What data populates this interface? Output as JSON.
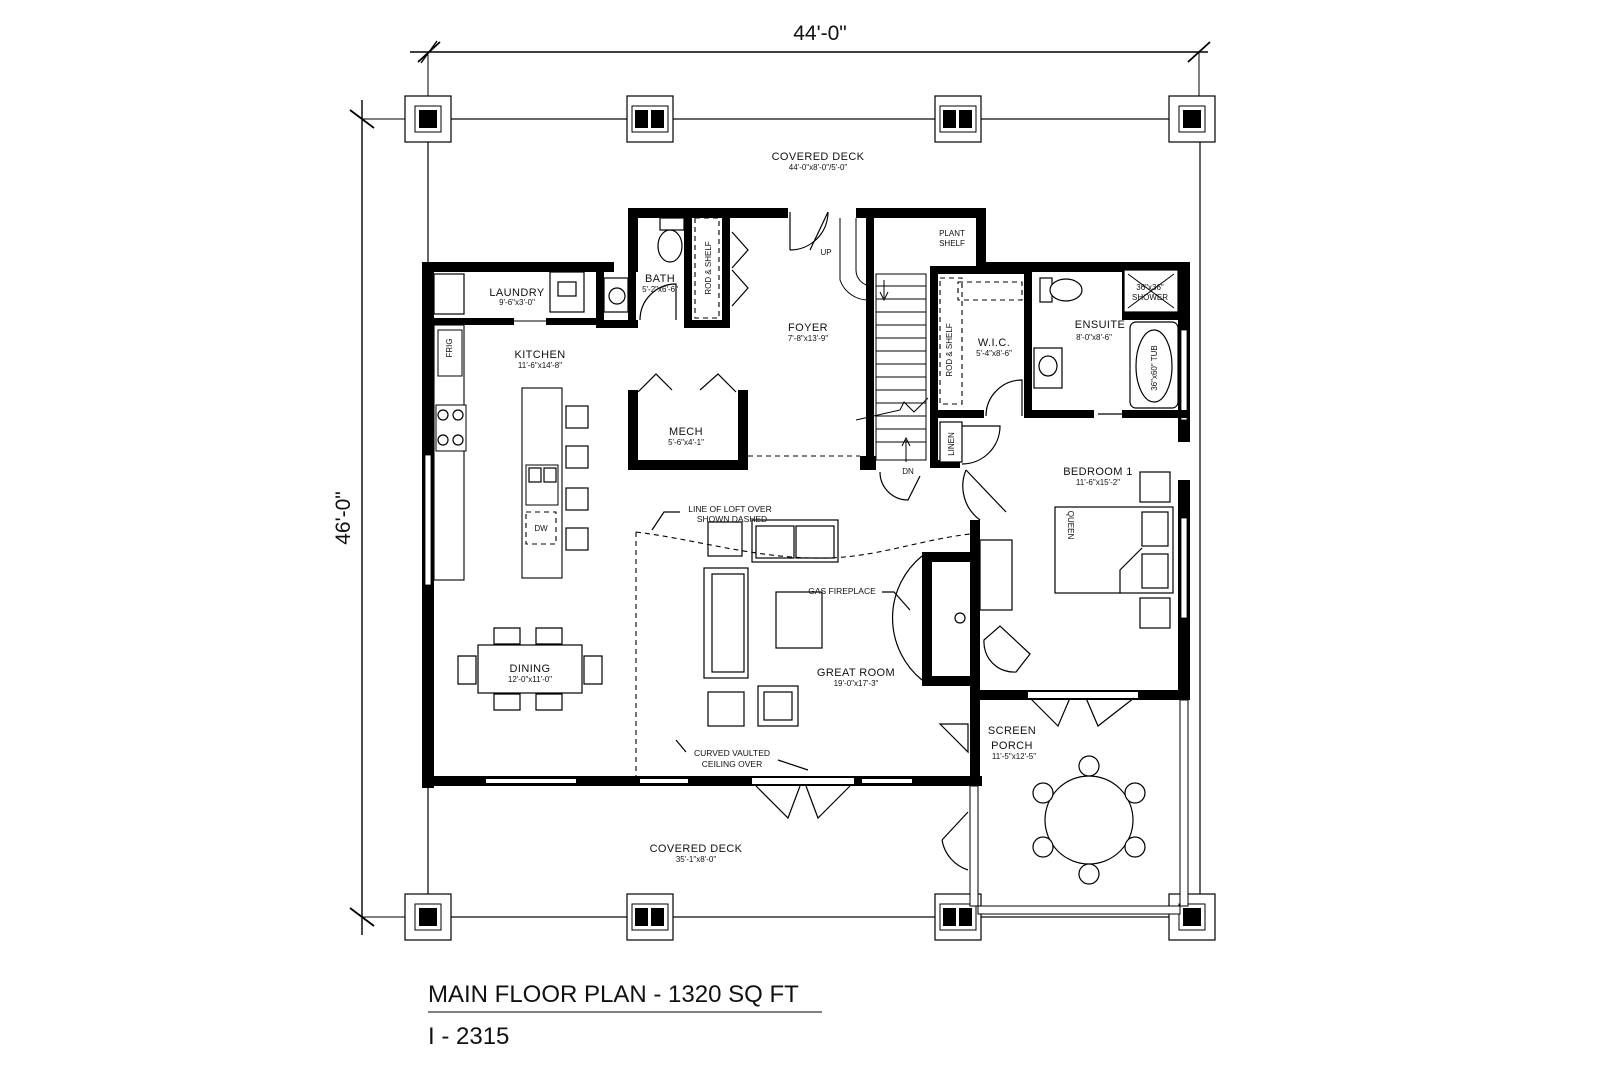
{
  "overall": {
    "width_dim": "44'-0\"",
    "depth_dim": "46'-0\""
  },
  "title": {
    "main": "MAIN FLOOR PLAN - 1320 SQ FT",
    "code": "I - 2315"
  },
  "rooms": {
    "covered_deck_top": {
      "name": "COVERED DECK",
      "dim": "44'-0\"x8'-0\"/5'-0\""
    },
    "laundry": {
      "name": "LAUNDRY",
      "dim": "9'-6\"x3'-0\""
    },
    "bath": {
      "name": "BATH",
      "dim": "5'-2\"x6'-6\""
    },
    "foyer": {
      "name": "FOYER",
      "dim": "7'-8\"x13'-9\""
    },
    "kitchen": {
      "name": "KITCHEN",
      "dim": "11'-6\"x14'-8\""
    },
    "mech": {
      "name": "MECH",
      "dim": "5'-6\"x4'-1\""
    },
    "wic": {
      "name": "W.I.C.",
      "dim": "5'-4\"x8'-6\""
    },
    "ensuite": {
      "name": "ENSUITE",
      "dim": "8'-0\"x8'-6\""
    },
    "bedroom1": {
      "name": "BEDROOM 1",
      "dim": "11'-6\"x15'-2\""
    },
    "dining": {
      "name": "DINING",
      "dim": "12'-0\"x11'-0\""
    },
    "great_room": {
      "name": "GREAT ROOM",
      "dim": "19'-0\"x17'-3\""
    },
    "screen_porch": {
      "name1": "SCREEN",
      "name2": "PORCH",
      "dim": "11'-5\"x12'-5\""
    },
    "covered_deck_bottom": {
      "name": "COVERED DECK",
      "dim": "35'-1\"x8'-0\""
    }
  },
  "labels": {
    "frig": "FRIG",
    "dw": "DW",
    "rod_shelf_1": "ROD & SHELF",
    "rod_shelf_2": "ROD & SHELF",
    "plant_shelf_1": "PLANT",
    "plant_shelf_2": "SHELF",
    "up": "UP",
    "dn": "DN",
    "linen": "LINEN",
    "shower_1": "36\"x36\"",
    "shower_2": "SHOWER",
    "tub": "36\"x60\" TUB",
    "queen": "QUEEN",
    "loft_1": "LINE OF LOFT OVER",
    "loft_2": "SHOWN DASHED",
    "gas_fireplace": "GAS FIREPLACE",
    "vault_1": "CURVED VAULTED",
    "vault_2": "CEILING OVER"
  }
}
